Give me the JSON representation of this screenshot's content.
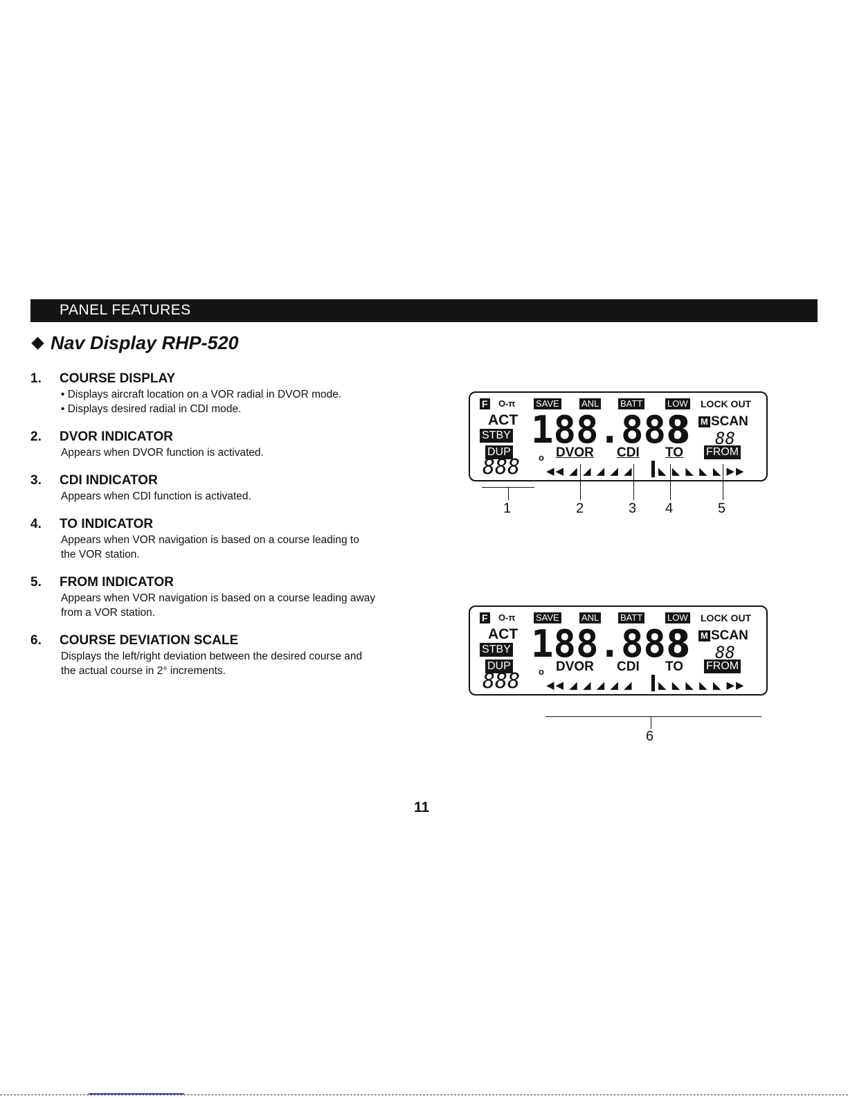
{
  "header": {
    "title": "PANEL FEATURES"
  },
  "section": {
    "title": "Nav Display RHP-520"
  },
  "features": [
    {
      "num": "1.",
      "title": "COURSE DISPLAY",
      "lines": [
        "• Displays aircraft location on a VOR radial in DVOR mode.",
        "• Displays desired radial in CDI mode."
      ]
    },
    {
      "num": "2.",
      "title": "DVOR INDICATOR",
      "lines": [
        "Appears when DVOR function is activated."
      ]
    },
    {
      "num": "3.",
      "title": "CDI INDICATOR",
      "lines": [
        "Appears when CDI function is activated."
      ]
    },
    {
      "num": "4.",
      "title": "TO INDICATOR",
      "lines": [
        "Appears when VOR navigation is based on a course leading to",
        "the VOR station."
      ]
    },
    {
      "num": "5.",
      "title": "FROM INDICATOR",
      "lines": [
        "Appears when VOR navigation is based on a course leading away",
        "from a VOR station."
      ]
    },
    {
      "num": "6.",
      "title": "COURSE DEVIATION SCALE",
      "lines": [
        "Displays the left/right deviation between the desired course and",
        "the actual course in 2° increments."
      ]
    }
  ],
  "lcd": {
    "f": "F",
    "key": "O-π",
    "save": "SAVE",
    "anl": "ANL",
    "batt": "BATT",
    "low": "LOW",
    "lockout": "LOCK OUT",
    "act": "ACT",
    "stby": "STBY",
    "dup": "DUP",
    "freq": "188.888",
    "digit": "8",
    "m": "M",
    "scan": "SCAN",
    "chan": "88",
    "course": "888",
    "deg": "o",
    "dvor": "DVOR",
    "cdi": "CDI",
    "to": "TO",
    "from": "FROM",
    "left_scale": "◀◀ ◢ ◢ ◢ ◢ ◢",
    "right_scale": "◣ ◣ ◣ ◣ ◣ ▶▶"
  },
  "callouts_a": [
    "1",
    "2",
    "3",
    "4",
    "5"
  ],
  "callouts_b": [
    "6"
  ],
  "page_number": "11"
}
